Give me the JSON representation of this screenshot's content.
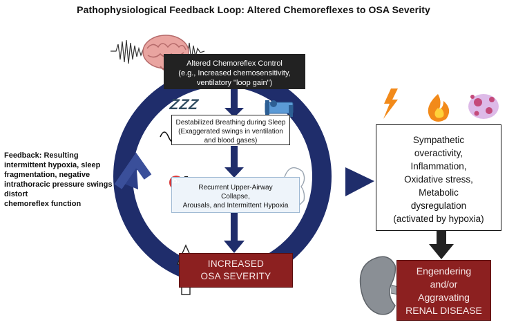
{
  "title": "Pathophysiological Feedback Loop: Altered Chemoreflexes to OSA Severity",
  "feedback": {
    "line1": "Feedback: Resulting",
    "line2": "intermittent hypoxia, sleep",
    "line3": "fragmentation, negative",
    "line4": "intrathoracic pressure swings",
    "line5": "distort",
    "line6": "chemoreflex function"
  },
  "chemoreflex": {
    "line1": "Altered Chemoreflex Control",
    "line2": "(e.g., Increased chemosensitivity,",
    "line3": "ventilatory \"loop gain\")"
  },
  "breathing": {
    "line1": "Destabilized Breathing during Sleep",
    "line2": "(Exaggerated swings in ventilation",
    "line3": "and blood gases)"
  },
  "collapse": {
    "line1": "Recurrent Upper-Airway",
    "line2": "Collapse,",
    "line3": "Arousals, and Intermittent Hypoxia"
  },
  "osa": {
    "line1": "INCREASED",
    "line2": "OSA SEVERITY"
  },
  "sympathetic": {
    "line1": "Sympathetic",
    "line2": "overactivity,",
    "line3": "Inflammation,",
    "line4": "Oxidative stress,",
    "line5": "Metabolic",
    "line6": "dysregulation",
    "line7": "(activated by hypoxia)"
  },
  "renal": {
    "line1": "Engendering",
    "line2": "and/or",
    "line3": "Aggravating",
    "line4": "RENAL DISEASE"
  },
  "icons": {
    "zzz": "ZZZ",
    "o2": "O₂"
  },
  "colors": {
    "loop_navy": "#1f2d6b",
    "red_box": "#8c2020",
    "dark_box": "#222222",
    "light_blue_box": "#eef4fa",
    "flame_orange": "#f28a1a"
  }
}
